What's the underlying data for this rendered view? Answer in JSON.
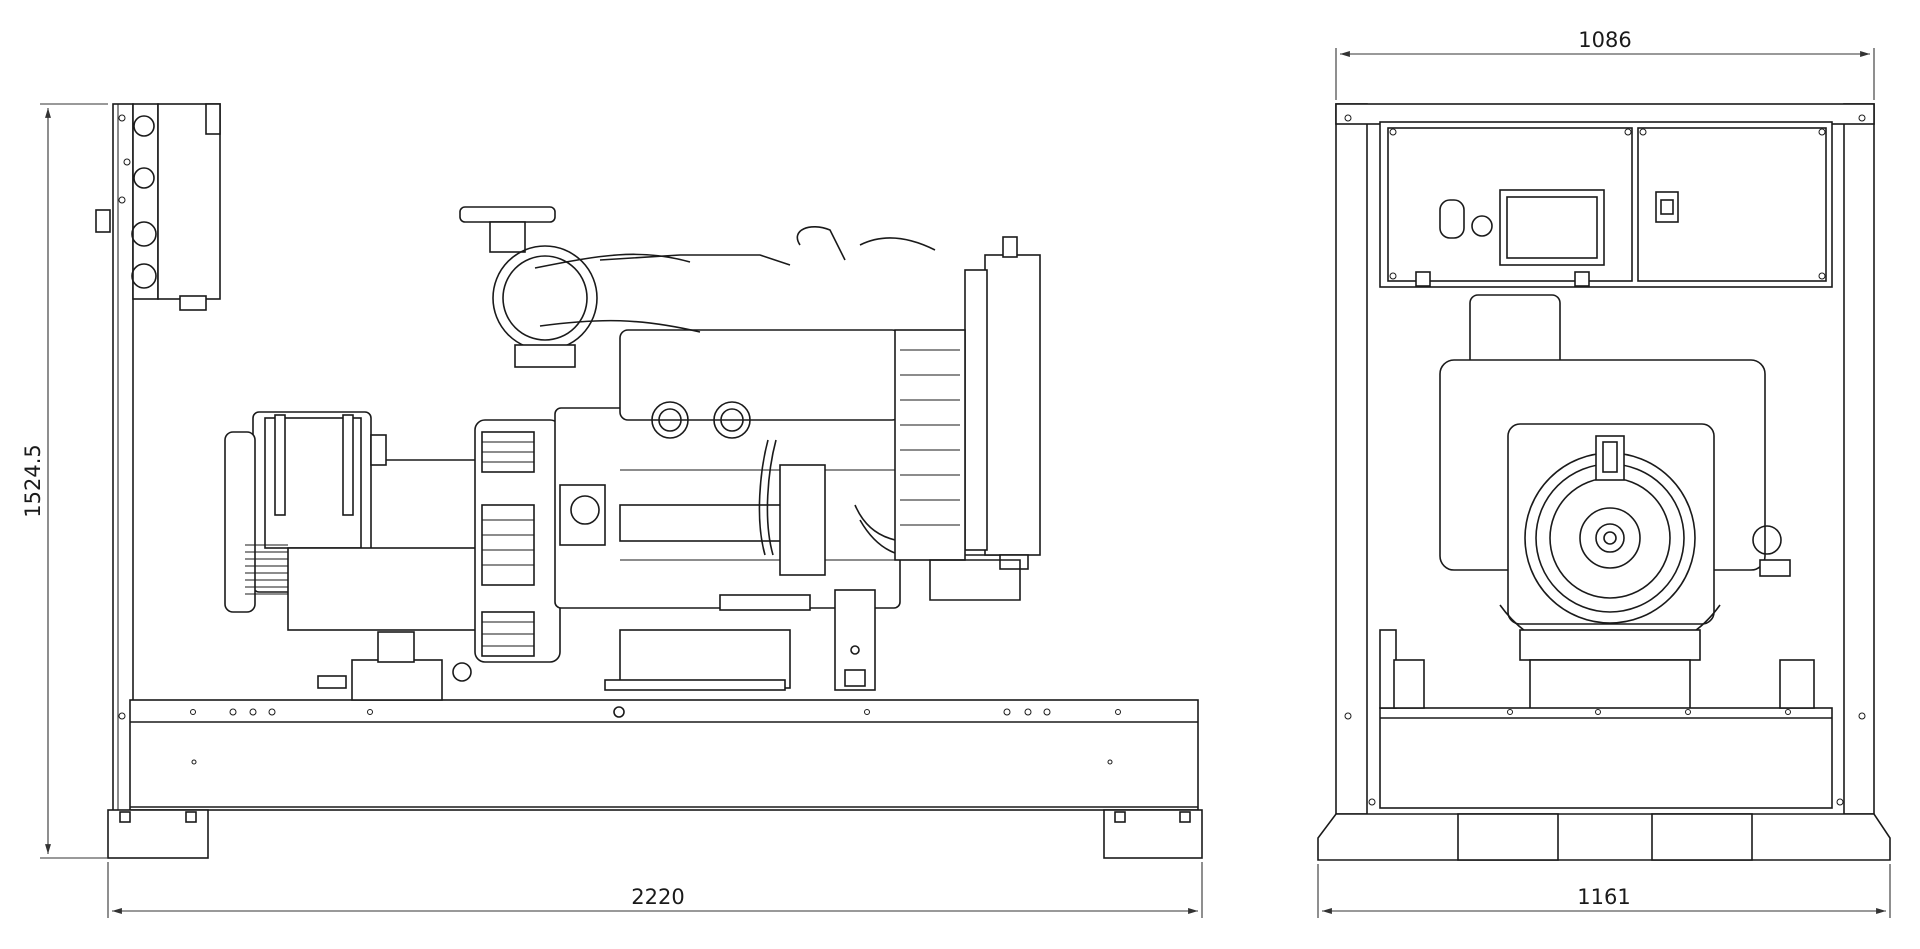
{
  "dimensions": {
    "side_length": "2220",
    "side_height": "1524.5",
    "end_width_top": "1086",
    "end_width_bottom": "1161"
  }
}
